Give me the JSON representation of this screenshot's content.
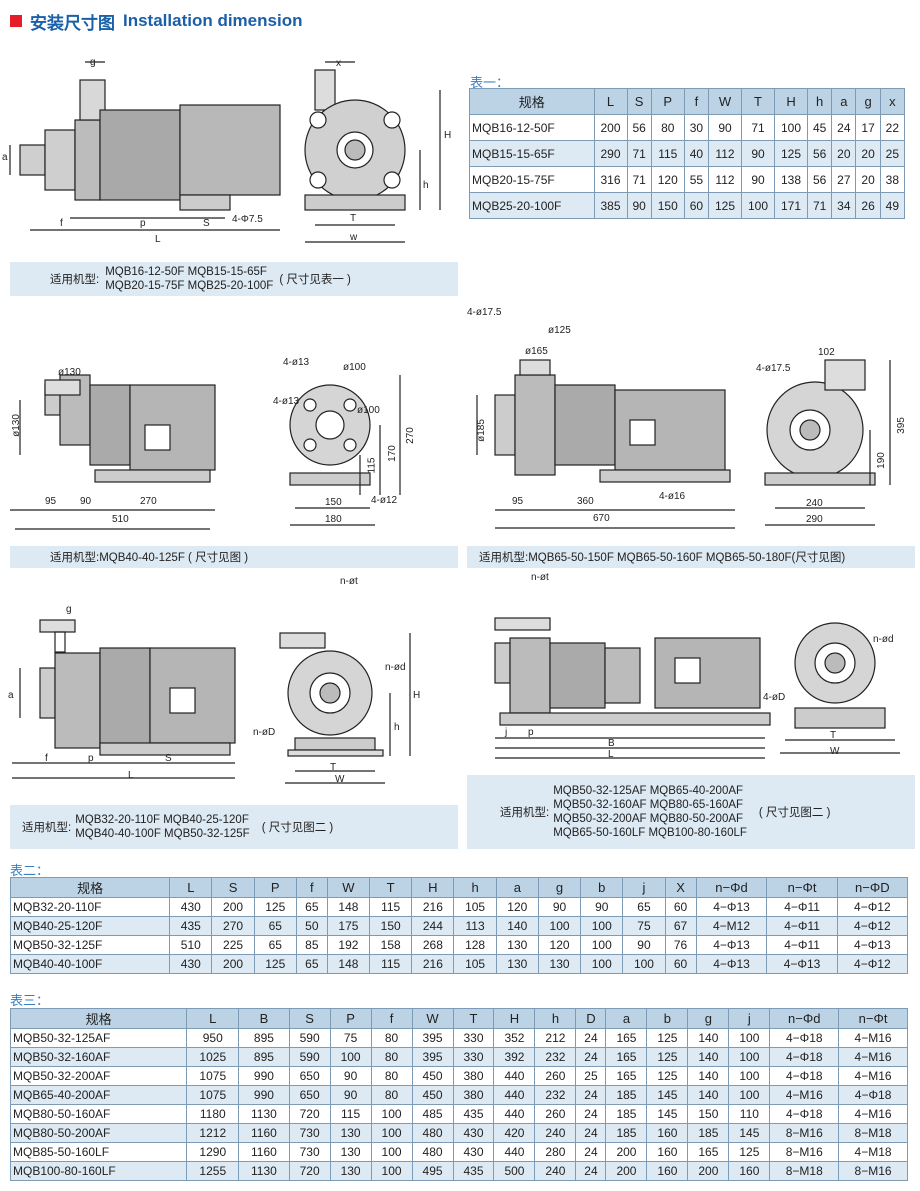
{
  "header": {
    "title_cn": "安装尺寸图",
    "title_en": "Installation dimension"
  },
  "table1": {
    "label": "表一：",
    "columns": [
      "规格",
      "L",
      "S",
      "P",
      "f",
      "W",
      "T",
      "H",
      "h",
      "a",
      "g",
      "x"
    ],
    "rows": [
      [
        "MQB16-12-50F",
        "200",
        "56",
        "80",
        "30",
        "90",
        "71",
        "100",
        "45",
        "24",
        "17",
        "22"
      ],
      [
        "MQB15-15-65F",
        "290",
        "71",
        "115",
        "40",
        "112",
        "90",
        "125",
        "56",
        "20",
        "20",
        "25"
      ],
      [
        "MQB20-15-75F",
        "316",
        "71",
        "120",
        "55",
        "112",
        "90",
        "138",
        "56",
        "27",
        "20",
        "38"
      ],
      [
        "MQB25-20-100F",
        "385",
        "90",
        "150",
        "60",
        "125",
        "100",
        "171",
        "71",
        "34",
        "26",
        "49"
      ]
    ]
  },
  "fig1": {
    "labels": {
      "g": "g",
      "x": "x",
      "a": "a",
      "f": "f",
      "p": "p",
      "s": "S",
      "l": "L",
      "h_big": "H",
      "h_small": "h",
      "t": "T",
      "w": "w",
      "bolt": "4-Φ7.5"
    },
    "caption_prefix": "适用机型:",
    "caption_models_1": "MQB16-12-50F  MQB15-15-65F",
    "caption_models_2": "MQB20-15-75F  MQB25-20-100F",
    "caption_note": "( 尺寸见表一 )"
  },
  "fig2": {
    "labels": {
      "d130a": "ø130",
      "d130b": "ø130",
      "d13a": "4-ø13",
      "d13b": "4-ø13",
      "d100a": "ø100",
      "d100b": "ø100",
      "d12": "4-ø12",
      "v115": "115",
      "v170": "170",
      "v270": "270",
      "h95": "95",
      "h90": "90",
      "h270": "270",
      "h150": "150",
      "h180": "180",
      "h510": "510"
    },
    "caption": "适用机型:MQB40-40-125F ( 尺寸见图 )"
  },
  "fig3": {
    "labels": {
      "d175a": "4-ø17.5",
      "d125": "ø125",
      "d165": "ø165",
      "d175b": "4-ø17.5",
      "h102": "102",
      "d185": "ø185",
      "v395": "395",
      "v190": "190",
      "d16": "4-ø16",
      "h95": "95",
      "h360": "360",
      "h670": "670",
      "h240": "240",
      "h290": "290"
    },
    "caption": "适用机型:MQB65-50-150F  MQB65-50-160F MQB65-50-180F(尺寸见图)"
  },
  "fig4": {
    "labels": {
      "g": "g",
      "nt": "n-øt",
      "nd": "n-ød",
      "a": "a",
      "nD": "n-øD",
      "H": "H",
      "h": "h",
      "f": "f",
      "p": "p",
      "S": "S",
      "L": "L",
      "T": "T",
      "W": "W"
    },
    "caption_prefix": "适用机型:",
    "caption_models_1": "MQB32-20-110F  MQB40-25-120F",
    "caption_models_2": "MQB40-40-100F  MQB50-32-125F",
    "caption_note": "( 尺寸见图二 )"
  },
  "fig5": {
    "labels": {
      "nt": "n-øt",
      "nd": "n-ød",
      "D": "4-øD",
      "j": "j",
      "p": "p",
      "B": "B",
      "L": "L",
      "T": "T",
      "W": "W"
    },
    "caption_prefix": "适用机型:",
    "caption_models": [
      "MQB50-32-125AF MQB65-40-200AF",
      "MQB50-32-160AF MQB80-65-160AF",
      "MQB50-32-200AF MQB80-50-200AF",
      "MQB65-50-160LF MQB100-80-160LF"
    ],
    "caption_note": "( 尺寸见图二 )"
  },
  "table2": {
    "label": "表二：",
    "columns": [
      "规格",
      "L",
      "S",
      "P",
      "f",
      "W",
      "T",
      "H",
      "h",
      "a",
      "g",
      "b",
      "j",
      "X",
      "n−Φd",
      "n−Φt",
      "n−ΦD"
    ],
    "rows": [
      [
        "MQB32-20-110F",
        "430",
        "200",
        "125",
        "65",
        "148",
        "115",
        "216",
        "105",
        "120",
        "90",
        "90",
        "65",
        "60",
        "4−Φ13",
        "4−Φ11",
        "4−Φ12"
      ],
      [
        "MQB40-25-120F",
        "435",
        "270",
        "65",
        "50",
        "175",
        "150",
        "244",
        "113",
        "140",
        "100",
        "100",
        "75",
        "67",
        "4−M12",
        "4−Φ11",
        "4−Φ12"
      ],
      [
        "MQB50-32-125F",
        "510",
        "225",
        "65",
        "85",
        "192",
        "158",
        "268",
        "128",
        "130",
        "120",
        "100",
        "90",
        "76",
        "4−Φ13",
        "4−Φ11",
        "4−Φ13"
      ],
      [
        "MQB40-40-100F",
        "430",
        "200",
        "125",
        "65",
        "148",
        "115",
        "216",
        "105",
        "130",
        "130",
        "100",
        "100",
        "60",
        "4−Φ13",
        "4−Φ13",
        "4−Φ12"
      ]
    ]
  },
  "table3": {
    "label": "表三：",
    "columns": [
      "规格",
      "L",
      "B",
      "S",
      "P",
      "f",
      "W",
      "T",
      "H",
      "h",
      "D",
      "a",
      "b",
      "g",
      "j",
      "n−Φd",
      "n−Φt"
    ],
    "rows": [
      [
        "MQB50-32-125AF",
        "950",
        "895",
        "590",
        "75",
        "80",
        "395",
        "330",
        "352",
        "212",
        "24",
        "165",
        "125",
        "140",
        "100",
        "4−Φ18",
        "4−M16"
      ],
      [
        "MQB50-32-160AF",
        "1025",
        "895",
        "590",
        "100",
        "80",
        "395",
        "330",
        "392",
        "232",
        "24",
        "165",
        "125",
        "140",
        "100",
        "4−Φ18",
        "4−M16"
      ],
      [
        "MQB50-32-200AF",
        "1075",
        "990",
        "650",
        "90",
        "80",
        "450",
        "380",
        "440",
        "260",
        "25",
        "165",
        "125",
        "140",
        "100",
        "4−Φ18",
        "4−M16"
      ],
      [
        "MQB65-40-200AF",
        "1075",
        "990",
        "650",
        "90",
        "80",
        "450",
        "380",
        "440",
        "232",
        "24",
        "185",
        "145",
        "140",
        "100",
        "4−M16",
        "4−Φ18"
      ],
      [
        "MQB80-50-160AF",
        "1180",
        "1130",
        "720",
        "115",
        "100",
        "485",
        "435",
        "440",
        "260",
        "24",
        "185",
        "145",
        "150",
        "110",
        "4−Φ18",
        "4−M16"
      ],
      [
        "MQB80-50-200AF",
        "1212",
        "1160",
        "730",
        "130",
        "100",
        "480",
        "430",
        "420",
        "240",
        "24",
        "185",
        "160",
        "185",
        "145",
        "8−M16",
        "8−M18"
      ],
      [
        "MQB85-50-160LF",
        "1290",
        "1160",
        "730",
        "130",
        "100",
        "480",
        "430",
        "440",
        "280",
        "24",
        "200",
        "160",
        "165",
        "125",
        "8−M16",
        "4−M18"
      ],
      [
        "MQB100-80-160LF",
        "1255",
        "1130",
        "720",
        "130",
        "100",
        "495",
        "435",
        "500",
        "240",
        "24",
        "200",
        "160",
        "200",
        "160",
        "8−M18",
        "8−M16"
      ]
    ]
  }
}
